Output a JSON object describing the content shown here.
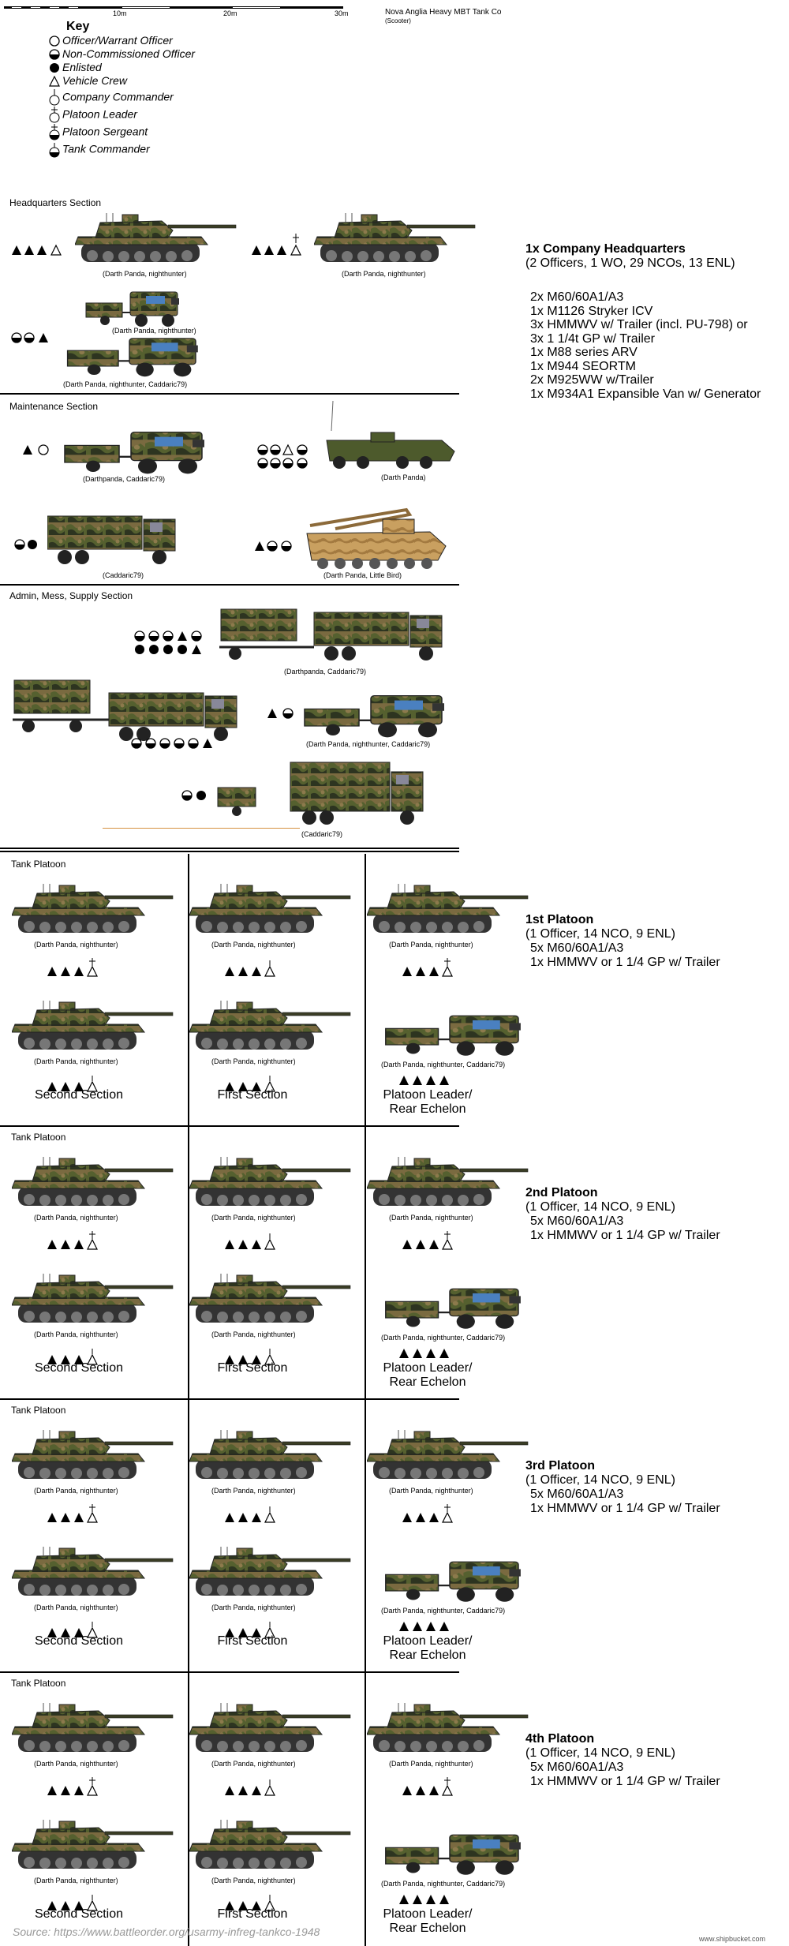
{
  "header": {
    "title": "Nova Anglia Heavy MBT Tank Co",
    "author": "(Scooter)",
    "scale": {
      "labels": [
        "10m",
        "20m",
        "30m"
      ]
    }
  },
  "key": {
    "title": "Key",
    "items": [
      {
        "icon": "circle-open-icon",
        "label": "Officer/Warrant Officer"
      },
      {
        "icon": "circle-half-icon",
        "label": "Non-Commissioned Officer"
      },
      {
        "icon": "circle-filled-icon",
        "label": "Enlisted"
      },
      {
        "icon": "triangle-open-icon",
        "label": "Vehicle Crew"
      },
      {
        "icon": "company-commander-icon",
        "label": "Company Commander"
      },
      {
        "icon": "platoon-leader-icon",
        "label": "Platoon Leader"
      },
      {
        "icon": "platoon-sergeant-icon",
        "label": "Platoon Sergeant"
      },
      {
        "icon": "tank-commander-icon",
        "label": "Tank Commander"
      }
    ]
  },
  "hq": {
    "section_label": "Headquarters Section",
    "title": "1x Company Headquarters",
    "subtitle": "(2 Officers, 1 WO, 29 NCOs, 13 ENL)",
    "items": [
      "2x M60/60A1/A3",
      "1x M1126 Stryker ICV",
      "3x HMMWV w/ Trailer (incl. PU-798) or",
      "3x 1 1/4t GP w/ Trailer",
      "1x M88 series ARV",
      "1x M944 SEORTM",
      "2x M925WW w/Trailer",
      "1x M934A1 Expansible Van w/ Generator"
    ]
  },
  "credits": {
    "dp_nh": "(Darth Panda, nighthunter)",
    "dp_nh_cd": "(Darth Panda, nighthunter, Caddaric79)",
    "dpc": "(Darthpanda, Caddaric79)",
    "dp": "(Darth Panda)",
    "cd": "(Caddaric79)",
    "dp_lb": "(Darth Panda, Little Bird)",
    "dpc2": "(Darthpanda, Caddaric79)"
  },
  "sections": {
    "maint": "Maintenance Section",
    "admin": "Admin, Mess, Supply Section"
  },
  "platoons": [
    {
      "label": "Tank Platoon",
      "title": "1st Platoon",
      "subtitle": "(1 Officer, 14 NCO, 9 ENL)",
      "items": [
        "5x M60/60A1/A3",
        "1x HMMWV or 1 1/4 GP w/ Trailer"
      ],
      "c1": "Second Section",
      "c2": "First Section",
      "c3a": "Platoon Leader/",
      "c3b": "Rear Echelon"
    },
    {
      "label": "Tank Platoon",
      "title": "2nd Platoon",
      "subtitle": "(1 Officer, 14 NCO, 9 ENL)",
      "items": [
        "5x M60/60A1/A3",
        "1x HMMWV or 1 1/4 GP w/ Trailer"
      ],
      "c1": "Second Section",
      "c2": "First Section",
      "c3a": "Platoon Leader/",
      "c3b": "Rear Echelon"
    },
    {
      "label": "Tank Platoon",
      "title": "3rd Platoon",
      "subtitle": "(1 Officer, 14 NCO, 9 ENL)",
      "items": [
        "5x M60/60A1/A3",
        "1x HMMWV or 1 1/4 GP w/ Trailer"
      ],
      "c1": "Second Section",
      "c2": "First Section",
      "c3a": "Platoon Leader/",
      "c3b": "Rear Echelon"
    },
    {
      "label": "Tank Platoon",
      "title": "4th Platoon",
      "subtitle": "(1 Officer, 14 NCO, 9 ENL)",
      "items": [
        "5x M60/60A1/A3",
        "1x HMMWV or 1 1/4 GP w/ Trailer"
      ],
      "c1": "Second Section",
      "c2": "First Section",
      "c3a": "Platoon Leader/",
      "c3b": "Rear Echelon"
    }
  ],
  "footer": {
    "source": "Source: https://www.battleorder.org/usarmy-infreg-tankco-1948",
    "site": "www.shipbucket.com"
  },
  "colors": {
    "camo_green": "#4f5a2c",
    "camo_brown": "#6b5a36",
    "camo_dark": "#2e3320",
    "desert": "#c9a060"
  }
}
